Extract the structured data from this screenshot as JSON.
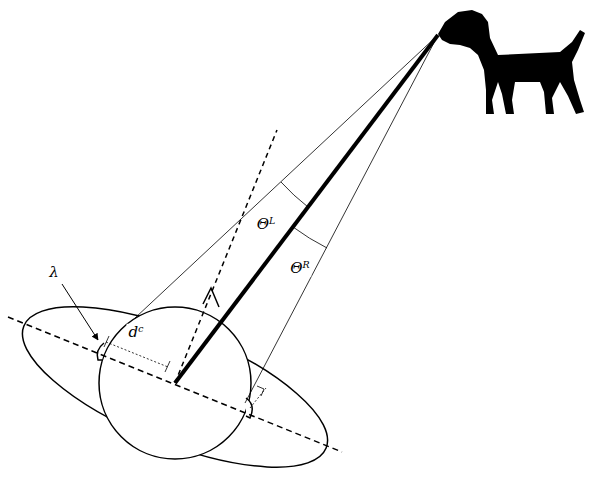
{
  "diagram": {
    "labels": [
      "λ",
      "dᶜ",
      "Θᴸ",
      "Θᴿ"
    ]
  }
}
